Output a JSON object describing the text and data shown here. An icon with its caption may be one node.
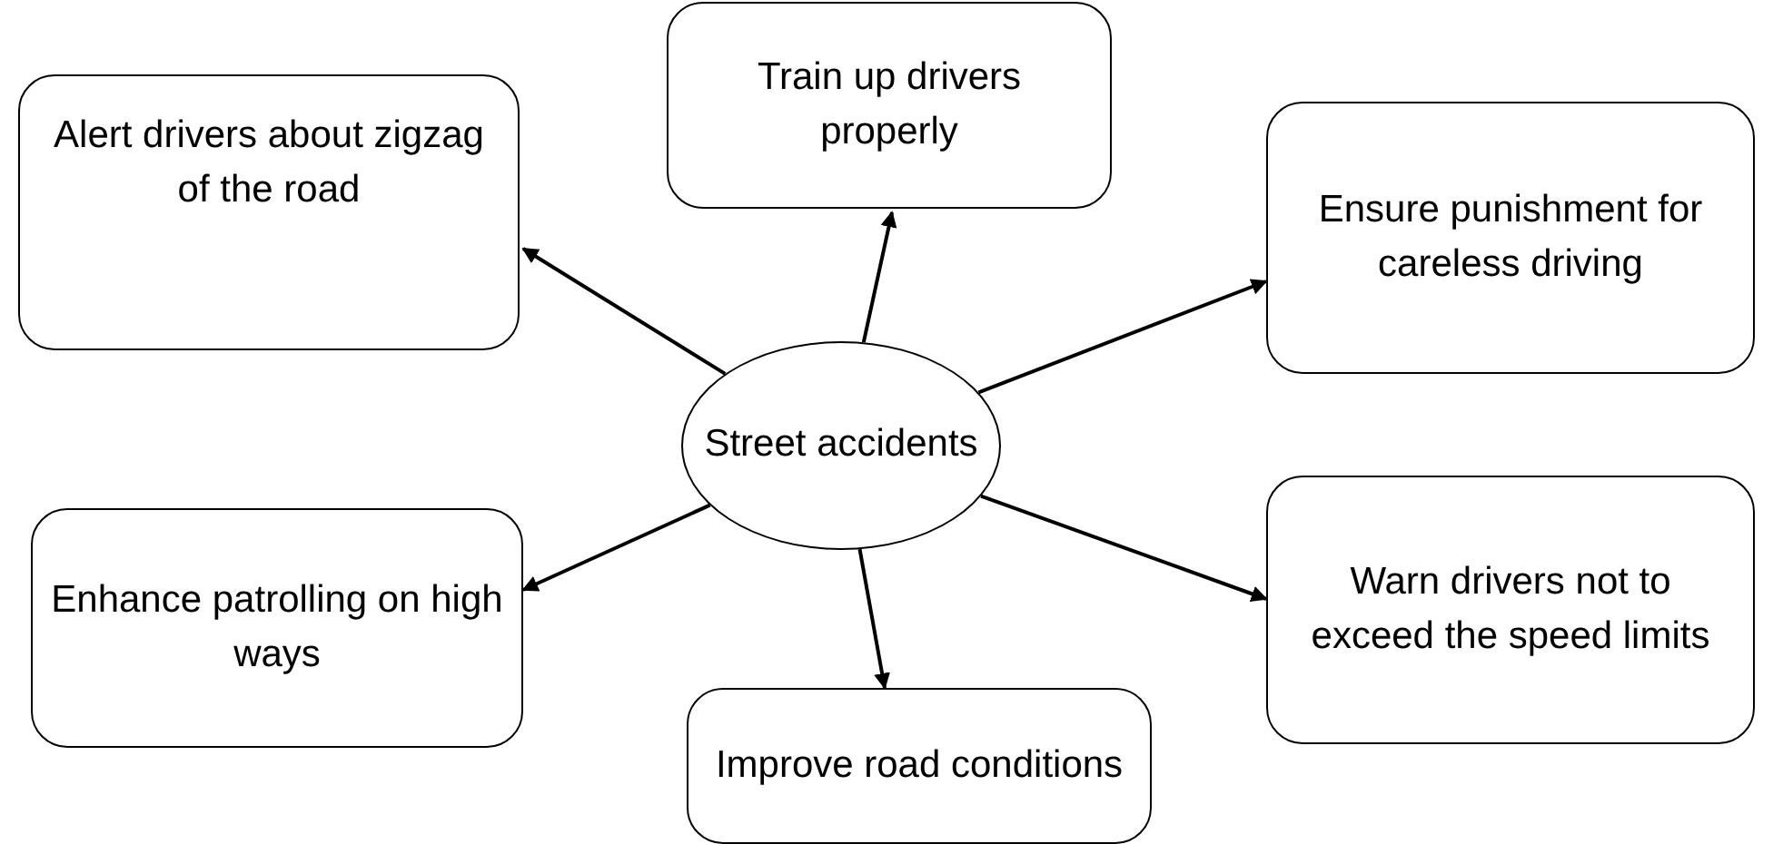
{
  "diagram": {
    "nodes": [
      {
        "text": [
          "Alert drivers about zigzag of the road"
        ]
      },
      {
        "text": [
          "Train up drivers properly"
        ]
      },
      {
        "text": [
          "Ensure punishment for careless driving"
        ]
      },
      {
        "text": [
          "Street accidents"
        ]
      },
      {
        "text": [
          "Enhance patrolling on high ways"
        ]
      },
      {
        "text": [
          "Warn drivers not to exceed the speed limits"
        ]
      },
      {
        "text": [
          "Improve road conditions"
        ]
      }
    ],
    "edges": [
      {
        "from": 3,
        "to": 0,
        "arrow": "to"
      },
      {
        "from": 3,
        "to": 1,
        "arrow": "to"
      },
      {
        "from": 3,
        "to": 2,
        "arrow": "to"
      },
      {
        "from": 3,
        "to": 4,
        "arrow": "to"
      },
      {
        "from": 3,
        "to": 5,
        "arrow": "to"
      },
      {
        "from": 3,
        "to": 6,
        "arrow": "to"
      }
    ]
  }
}
